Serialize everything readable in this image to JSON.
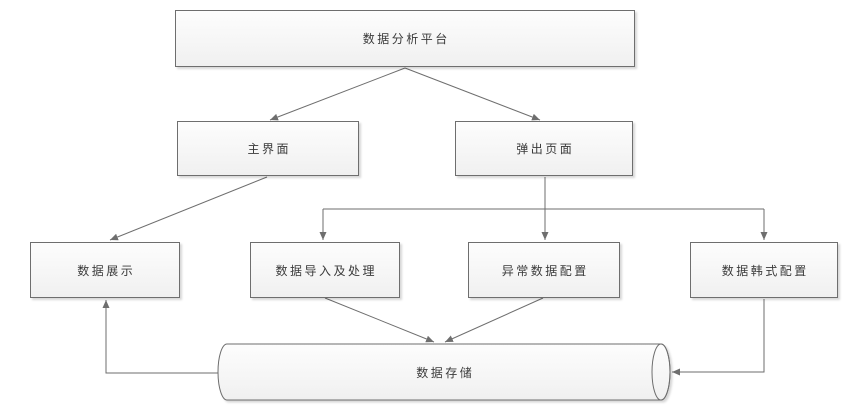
{
  "diagram": {
    "type": "flowchart",
    "nodes": {
      "platform": {
        "label": "数据分析平台",
        "shape": "rectangle"
      },
      "main_ui": {
        "label": "主界面",
        "shape": "rectangle"
      },
      "popup": {
        "label": "弹出页面",
        "shape": "rectangle"
      },
      "display": {
        "label": "数据展示",
        "shape": "rectangle"
      },
      "import": {
        "label": "数据导入及处理",
        "shape": "rectangle"
      },
      "abnormal": {
        "label": "异常数据配置",
        "shape": "rectangle"
      },
      "format": {
        "label": "数据韩式配置",
        "shape": "rectangle"
      },
      "storage": {
        "label": "数据存储",
        "shape": "cylinder"
      }
    },
    "edges": [
      {
        "from": "数据分析平台",
        "to": "主界面"
      },
      {
        "from": "数据分析平台",
        "to": "弹出页面"
      },
      {
        "from": "主界面",
        "to": "数据展示"
      },
      {
        "from": "弹出页面",
        "to": "数据导入及处理"
      },
      {
        "from": "弹出页面",
        "to": "异常数据配置"
      },
      {
        "from": "弹出页面",
        "to": "数据韩式配置"
      },
      {
        "from": "数据导入及处理",
        "to": "数据存储"
      },
      {
        "from": "异常数据配置",
        "to": "数据存储"
      },
      {
        "from": "数据韩式配置",
        "to": "数据存储"
      },
      {
        "from": "数据存储",
        "to": "数据展示"
      }
    ],
    "colors": {
      "background": "#ffffff",
      "node_border": "#6e6e6e",
      "node_fill_top": "#fdfdfd",
      "node_fill_bottom": "#f0f0f0",
      "connector": "#6e6e6e",
      "text": "#3a3a3a"
    }
  }
}
